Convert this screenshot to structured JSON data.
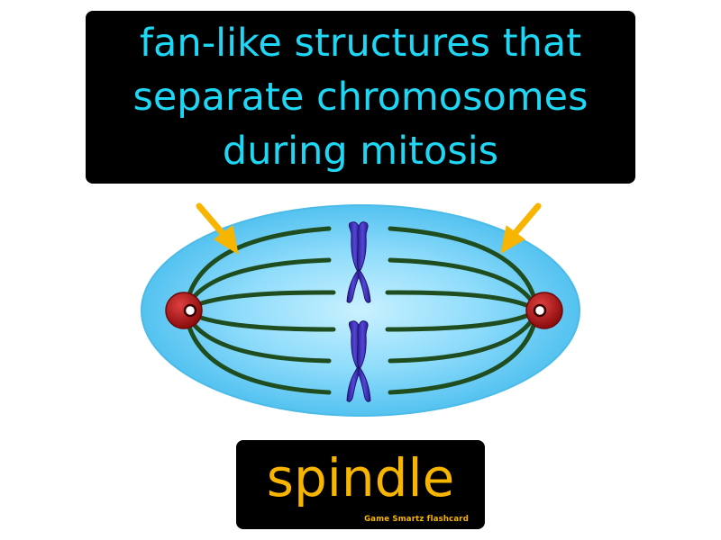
{
  "definition": {
    "lines": [
      "fan-like structures that",
      "separate chromosomes",
      "during mitosis"
    ]
  },
  "term": {
    "word": "spindle",
    "brand": "Game Smartz flashcard"
  },
  "colors": {
    "definition_text": "#1ed7f5",
    "term_text": "#f7b500",
    "cell": "#5ec8f2",
    "spindle_fibers": "#1f4d1f",
    "chromosome": "#3a2aa8",
    "centrosome": "#b01818",
    "arrow": "#f7b500"
  }
}
